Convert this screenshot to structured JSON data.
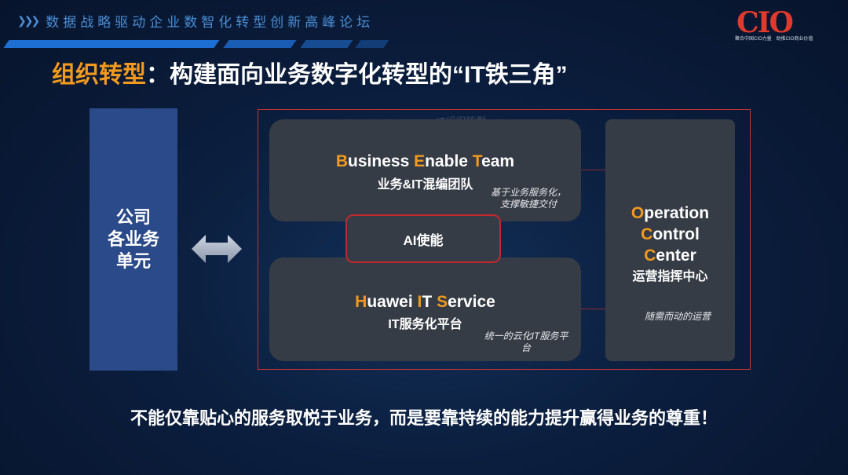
{
  "header": {
    "tagline_chevrons": "❯❯❯",
    "tagline": "数据战略驱动企业数智化转型创新高峰论坛",
    "logo_text": "CIO",
    "logo_sub": "聚合中国CIO力量　助推CIO商业价值"
  },
  "title": {
    "highlight": "组织转型",
    "rest": "：构建面向业务数字化转型的“IT铁三角”"
  },
  "left_unit": {
    "label_lines": [
      "公司",
      "各业务",
      "单元"
    ]
  },
  "frame_ghost_text": "IT组织阵型",
  "bet": {
    "title_parts": [
      {
        "accent": "B",
        "rest": "usiness "
      },
      {
        "accent": "E",
        "rest": "nable "
      },
      {
        "accent": "T",
        "rest": "eam"
      }
    ],
    "subtitle": "业务&IT混编团队",
    "note_lines": [
      "基于业务服务化，",
      "支撑敏捷交付"
    ]
  },
  "ai": {
    "label": "AI使能"
  },
  "his": {
    "title_parts": [
      {
        "accent": "H",
        "rest": "uawei "
      },
      {
        "accent": "I",
        "rest": "T "
      },
      {
        "accent": "S",
        "rest": "ervice"
      }
    ],
    "subtitle": "IT服务化平台",
    "note_lines": [
      "统一的云化IT服务平",
      "台"
    ]
  },
  "occ": {
    "title_lines": [
      {
        "accent": "O",
        "rest": "peration"
      },
      {
        "accent": "C",
        "rest": "ontrol"
      },
      {
        "accent": "C",
        "rest": "enter"
      }
    ],
    "subtitle": "运营指挥中心",
    "note": "随需而动的运营"
  },
  "footer": "不能仅靠贴心的服务取悦于业务，而是要靠持续的能力提升赢得业务的尊重！",
  "colors": {
    "accent": "#f39a1e",
    "frame": "#c23333",
    "card": "#363c46",
    "left_block": "#2b4a8a",
    "stripe": "#1f6fd0"
  }
}
